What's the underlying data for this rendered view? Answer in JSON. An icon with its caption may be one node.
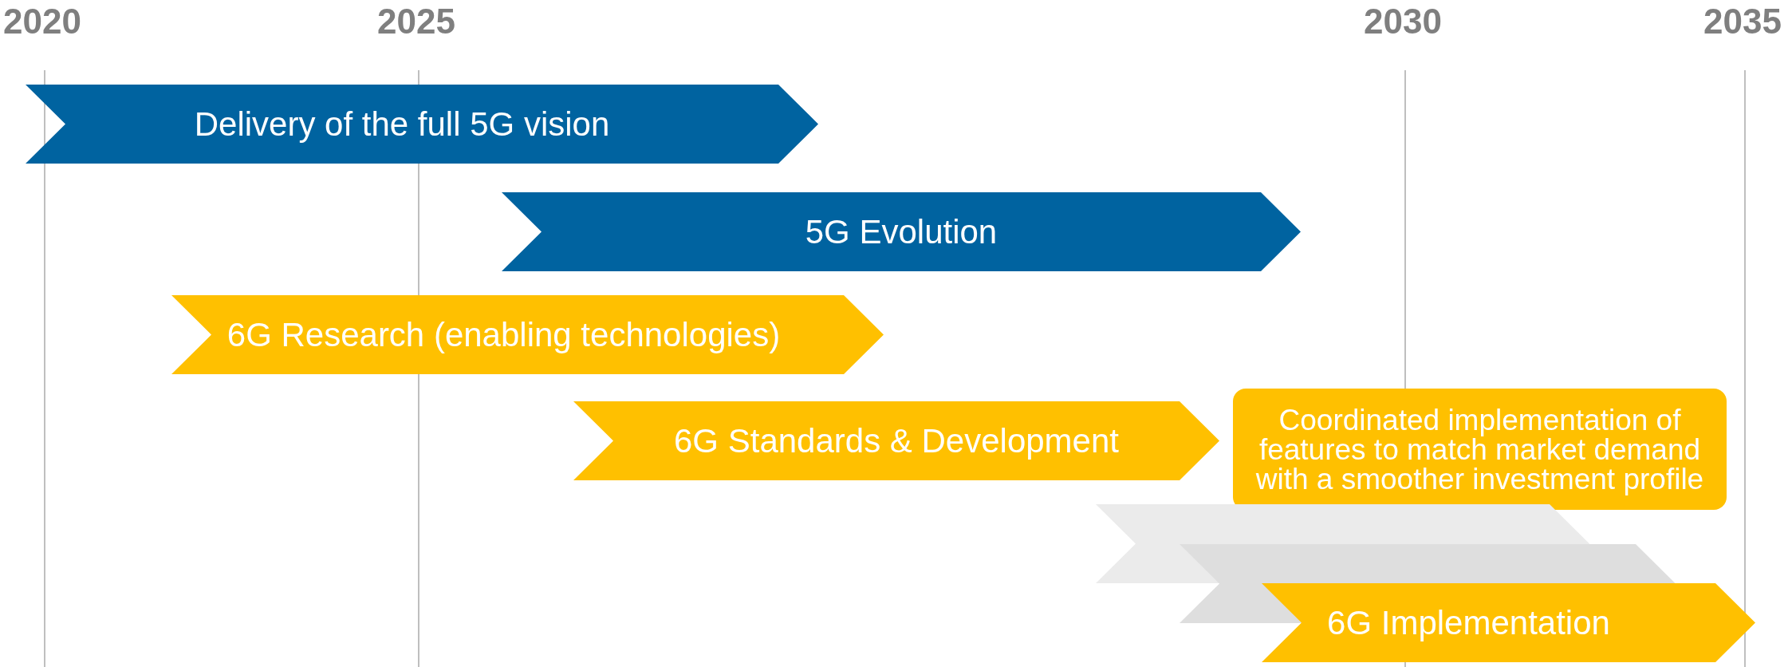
{
  "diagram": {
    "nodes": [
      {
        "text": [
          "Delivery of the full 5G vision"
        ]
      },
      {
        "text": [
          "5G Evolution"
        ]
      },
      {
        "text": [
          "6G Research (enabling technologies)"
        ]
      },
      {
        "text": [
          "6G Standards & Development"
        ]
      },
      {
        "text": [
          "Coordinated implementation of features to match market demand with a smoother investment profile"
        ]
      },
      {
        "text": [],
        "shape": "chevron"
      },
      {
        "text": [],
        "shape": "chevron"
      },
      {
        "text": [
          "6G Implementation"
        ]
      }
    ],
    "labels": [
      "2020",
      "2025",
      "2030",
      "2035"
    ]
  }
}
